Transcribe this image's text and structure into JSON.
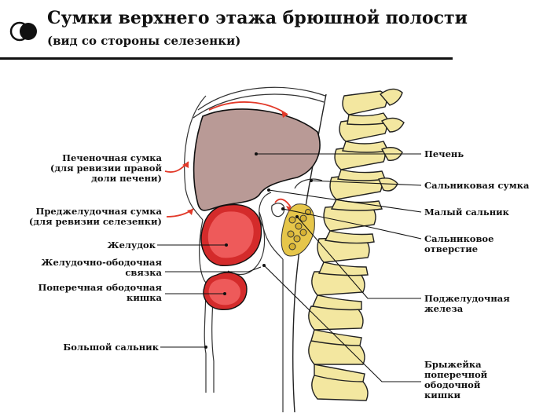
{
  "header": {
    "title": "Сумки верхнего этажа брюшной полости",
    "subtitle": "(вид со стороны селезенки)"
  },
  "colors": {
    "liver": "#b99a96",
    "stomach": "#ee5a5a",
    "stomach_rim": "#d42b2b",
    "spine": "#f3e7a0",
    "pancreas": "#e6c64a",
    "arrow": "#e23a2a"
  },
  "icons": {
    "logo": "half-moon-logo"
  },
  "labels": {
    "left": [
      {
        "id": "hepatic-bursa",
        "lines": [
          "Печеночная сумка",
          "(для ревизии правой",
          "доли печени)"
        ]
      },
      {
        "id": "pregastric-bursa",
        "lines": [
          "Преджелудочная сумка",
          "(для ревизии селезенки)"
        ]
      },
      {
        "id": "stomach",
        "lines": [
          "Желудок"
        ]
      },
      {
        "id": "gastrocolic-ligament",
        "lines": [
          "Желудочно-ободочная",
          "связка"
        ]
      },
      {
        "id": "transverse-colon",
        "lines": [
          "Поперечная ободочная",
          "кишка"
        ]
      },
      {
        "id": "greater-omentum",
        "lines": [
          "Большой сальник"
        ]
      }
    ],
    "right": [
      {
        "id": "liver",
        "lines": [
          "Печень"
        ]
      },
      {
        "id": "omental-bursa",
        "lines": [
          "Сальниковая сумка"
        ]
      },
      {
        "id": "lesser-omentum",
        "lines": [
          "Малый сальник"
        ]
      },
      {
        "id": "omental-foramen",
        "lines": [
          "Сальниковое",
          "отверстие"
        ]
      },
      {
        "id": "pancreas",
        "lines": [
          "Поджелудочная железа"
        ]
      },
      {
        "id": "transverse-mesocolon",
        "lines": [
          "Брыжейка",
          "поперечной",
          "ободочной",
          "кишки"
        ]
      }
    ]
  }
}
